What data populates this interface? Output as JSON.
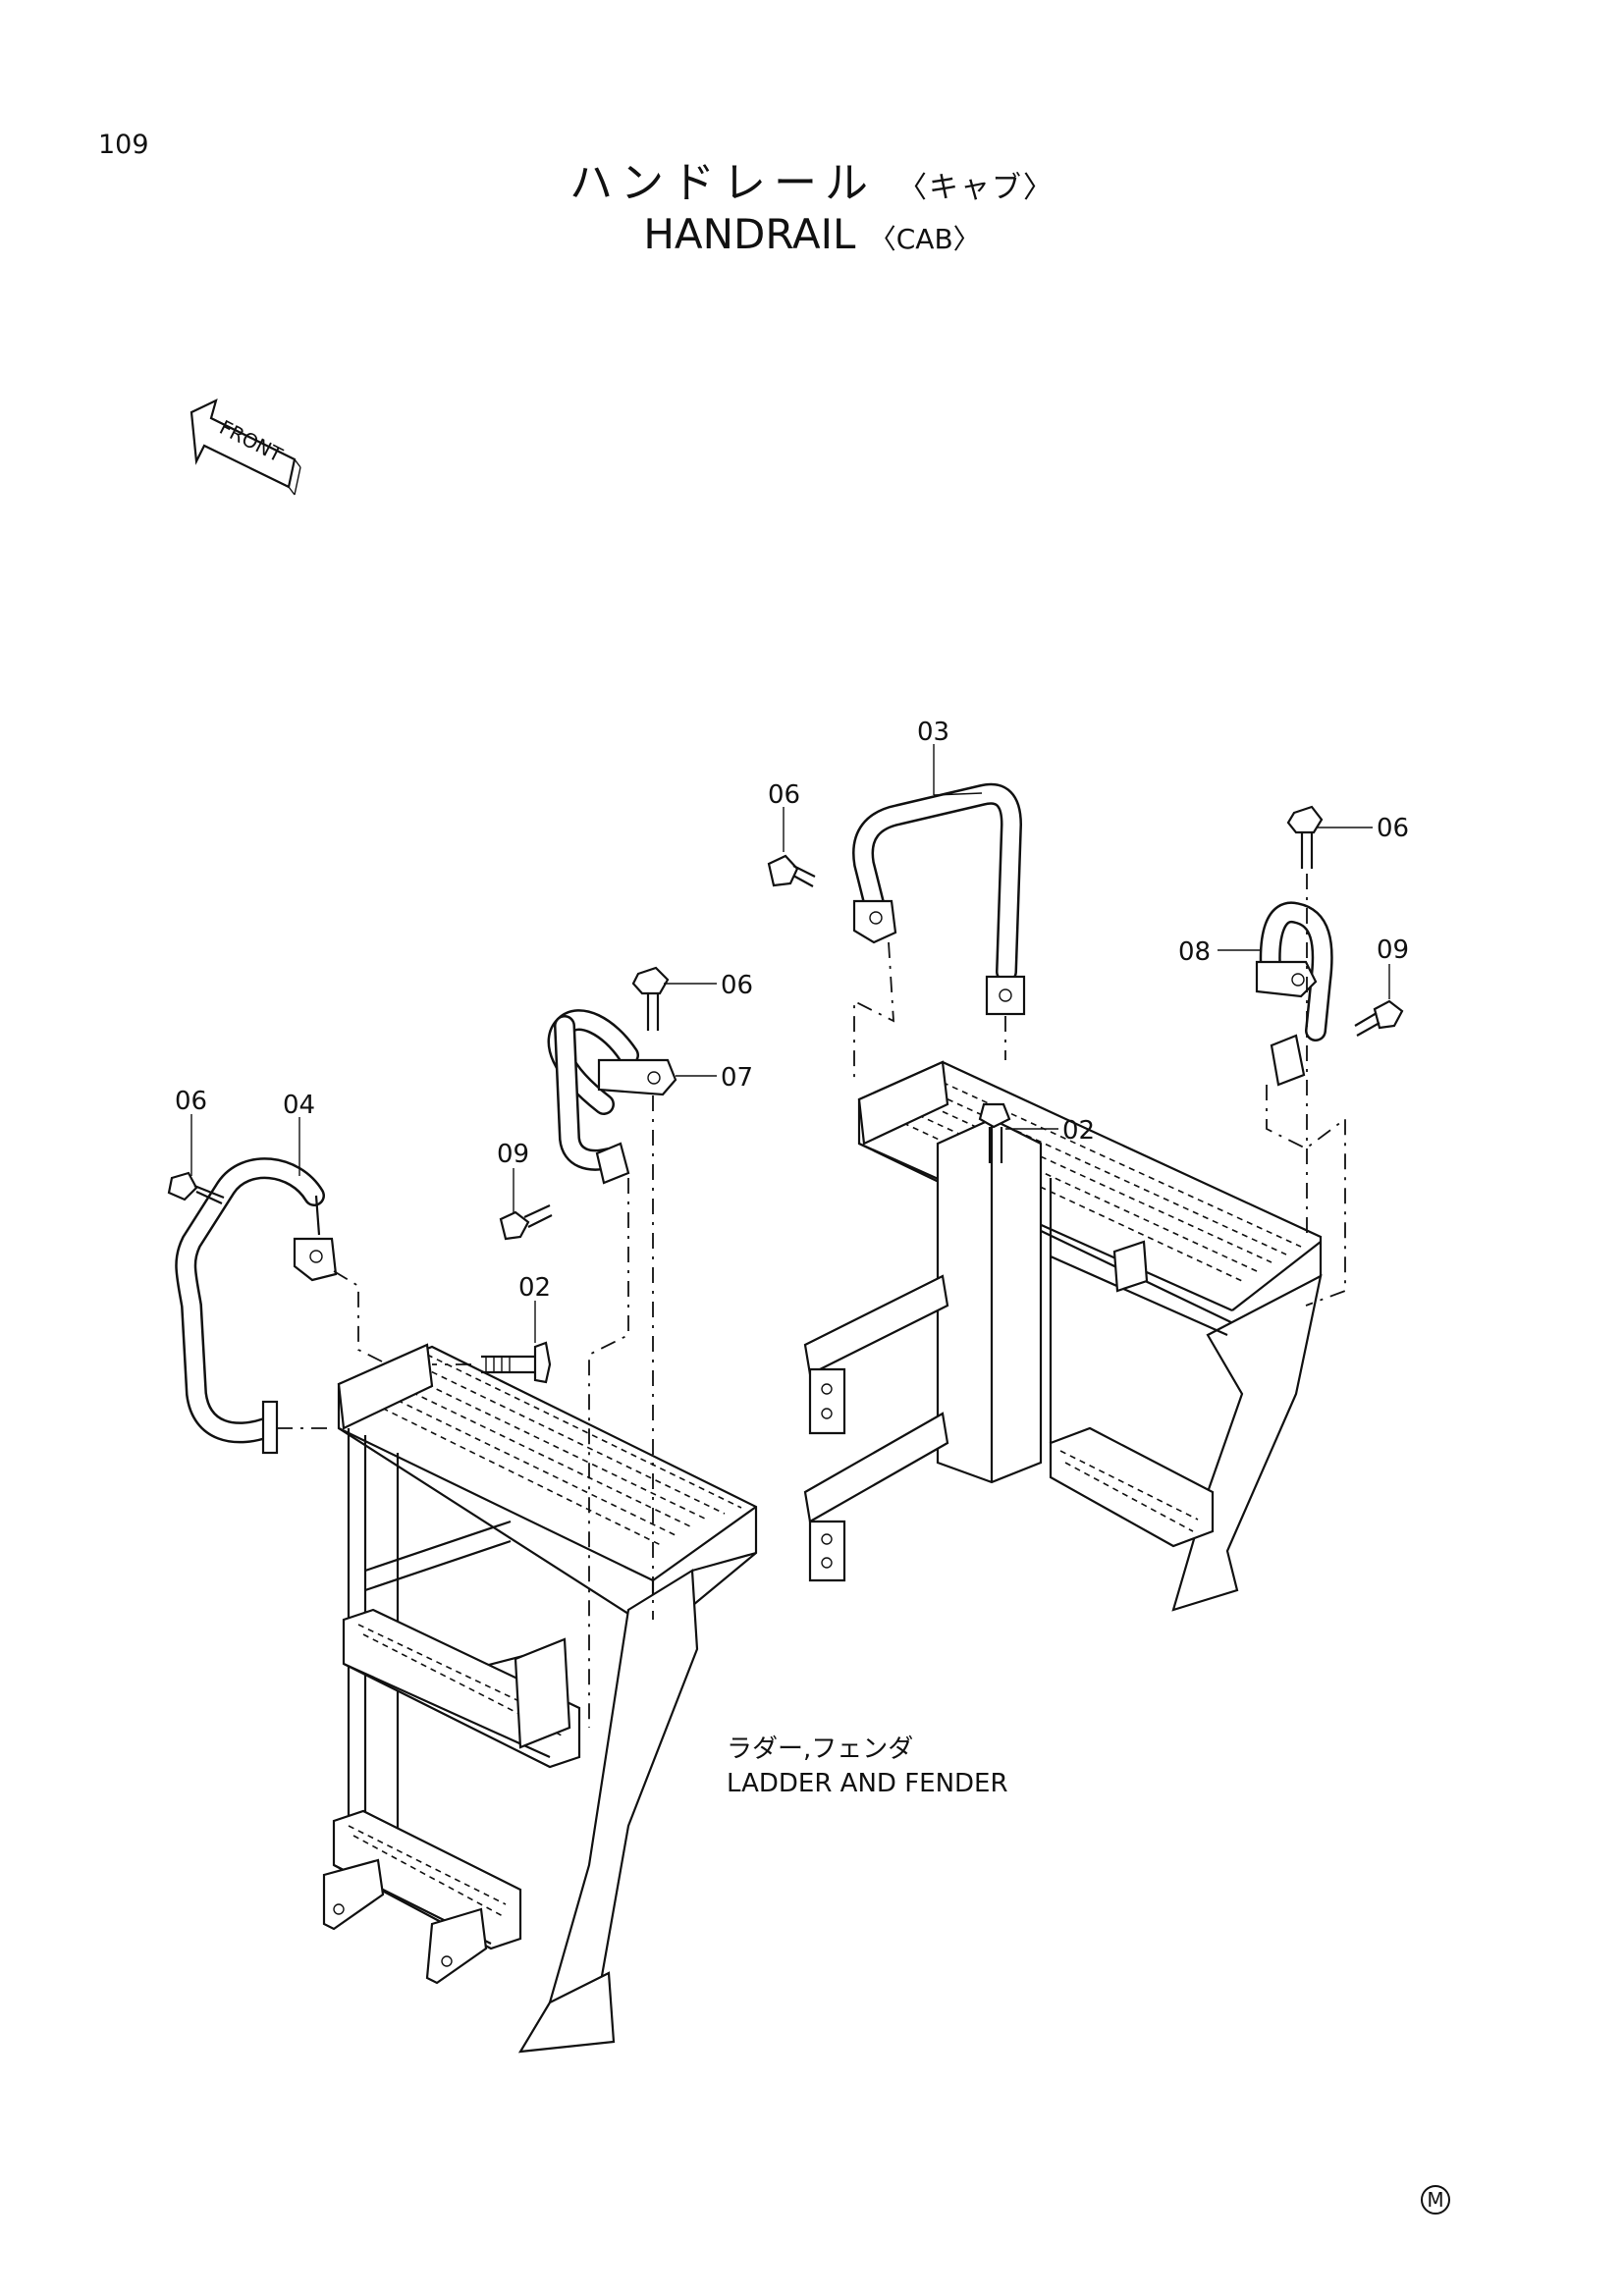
{
  "page_number": "109",
  "title": {
    "jp": "ハンドレール",
    "jp_sub": "〈キャブ〉",
    "en": "HANDRAIL",
    "en_sub": "〈CAB〉"
  },
  "front_arrow_label": "FRONT",
  "callouts": {
    "c03": "03",
    "c06_a": "06",
    "c06_b": "06",
    "c08": "08",
    "c09_a": "09",
    "c02_a": "02",
    "c06_c": "06",
    "c07": "07",
    "c06_d": "06",
    "c04": "04",
    "c09_b": "09",
    "c02_b": "02"
  },
  "assembly_label": {
    "jp": "ラダー,フェンダ",
    "en": "LADDER AND FENDER"
  },
  "corner_mark": "M"
}
